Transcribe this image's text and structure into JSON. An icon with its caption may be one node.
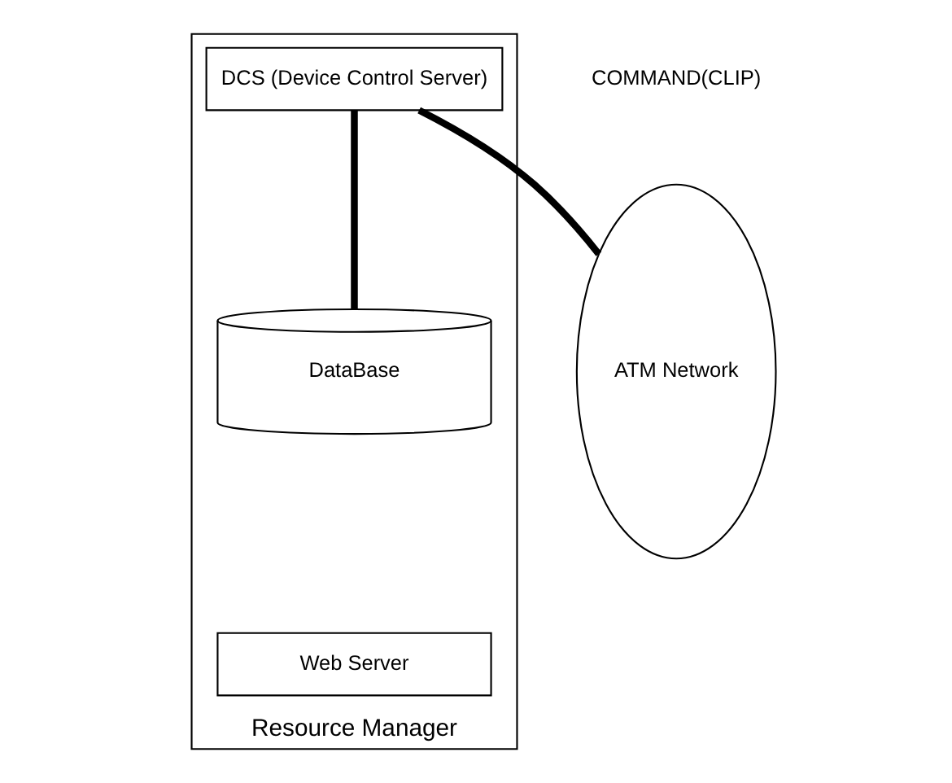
{
  "diagram": {
    "nodes": [
      {
        "text": [
          "Resource Manager"
        ]
      },
      {
        "text": [
          "DCS (Device Control Server)"
        ],
        "in": 0
      },
      {
        "text": [
          "DataBase"
        ],
        "in": 0
      },
      {
        "text": [
          "Web Server"
        ],
        "in": 0
      },
      {
        "text": [
          "ATM Network"
        ]
      }
    ],
    "edges": [
      {
        "from": 1,
        "to": 2,
        "arrow": "none"
      },
      {
        "from": 1,
        "to": 4,
        "arrow": "none"
      }
    ],
    "labels": [
      "COMMAND(CLIP)"
    ]
  }
}
